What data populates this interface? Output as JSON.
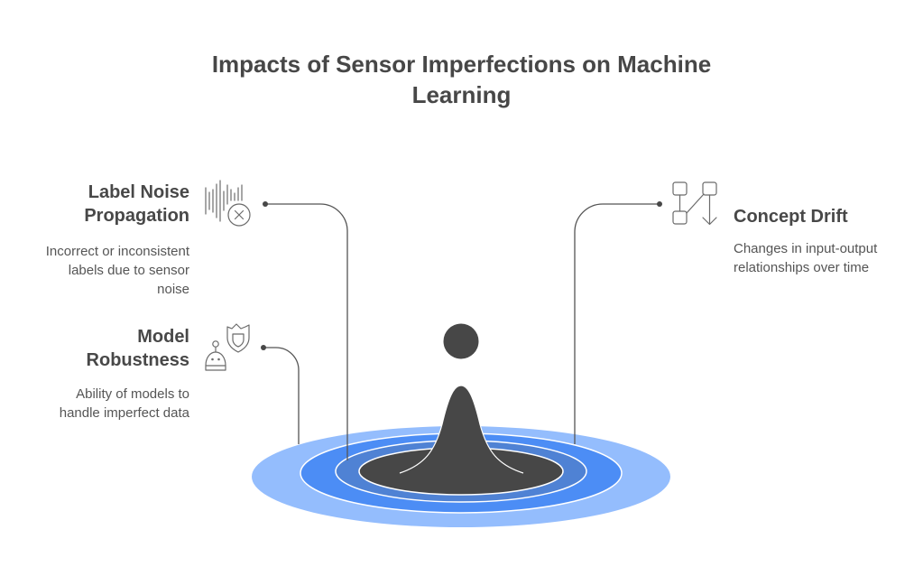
{
  "title": {
    "line1": "Impacts of Sensor Imperfections on Machine",
    "line2": "Learning"
  },
  "items": [
    {
      "id": "label-noise-propagation",
      "title_lines": [
        "Label Noise",
        "Propagation"
      ],
      "description_lines": [
        "Incorrect or inconsistent",
        "labels due to sensor",
        "noise"
      ],
      "icon": "noise-waveform-x-icon",
      "side": "left"
    },
    {
      "id": "model-robustness",
      "title_lines": [
        "Model",
        "Robustness"
      ],
      "description_lines": [
        "Ability of models to",
        "handle imperfect data"
      ],
      "icon": "robot-shield-icon",
      "side": "left"
    },
    {
      "id": "concept-drift",
      "title_lines": [
        "Concept Drift"
      ],
      "description_lines": [
        "Changes in input-output",
        "relationships over time"
      ],
      "icon": "flow-drift-icon",
      "side": "right"
    }
  ],
  "colors": {
    "text": "#484848",
    "dark": "#474747",
    "ring_outer": "#94bdfd",
    "ring_blue": "#4c8df5",
    "ring_mid": "#4f82d4",
    "connector": "#555555",
    "icon_stroke": "#6b6b6b"
  }
}
